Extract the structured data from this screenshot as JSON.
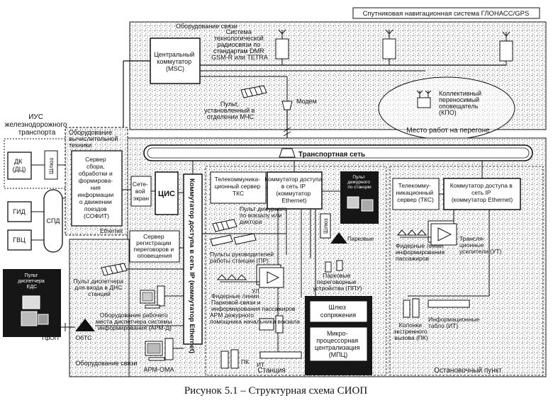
{
  "colors": {
    "ink": "#111111",
    "noise": "#8a8a8a",
    "paper": "#ffffff",
    "dark": "#161616"
  },
  "caption": "Рисунок 5.1 – Структурная схема СИОП",
  "satellite": "Спутниковая навигационная система ГЛОНАСС/GPS",
  "comm_equipment": "Оборудование связи",
  "comm_equipment2": "Оборудование связи",
  "radio_system": [
    "Система",
    "технологической",
    "радиосвязи по",
    "стандартам DMR",
    "GSM-R или TETRA"
  ],
  "msc": [
    "Центральный",
    "коммутатор",
    "(MSC)"
  ],
  "console_msc": [
    "Пульт,",
    "установленный в",
    "отделении МЧС"
  ],
  "modem": "Модем",
  "kpo": [
    "Коллективный",
    "переносимый",
    "оповещатель",
    "(КПО)"
  ],
  "workplace": "Место работ на перегоне",
  "transport_net": "Транспортная сеть",
  "ius": [
    "ИУС",
    "железнодорожного",
    "транспорта"
  ],
  "dk": [
    "ДК",
    "(ДЦ)"
  ],
  "gateway_left": "Шлюз",
  "gid": "ГИД",
  "gvc": "ГВЦ",
  "spd": "СПД",
  "computing_eq": [
    "Оборудование",
    "вычислительной",
    "техники"
  ],
  "sofit": [
    "Сервер",
    "сбора,",
    "обработки и",
    "формирова-",
    "ния",
    "информации",
    "о движении",
    "поездов",
    "(СОФИТ)"
  ],
  "ethernet": "Ethernet",
  "firewall": [
    "Сете-",
    "вой",
    "экран"
  ],
  "cis": "ЦИС",
  "switch_vertical": "Коммутатор доступа в сеть IP (коммутатор Ethernet)",
  "tks_station": [
    "Телекоммуника-",
    "ционный сервер",
    "ТКС"
  ],
  "switch_station": [
    "Коммутатор доступа",
    "в сеть IP",
    "(коммутатор",
    "Ethernet)"
  ],
  "dark_station": [
    "Пульт",
    "дежурного",
    "по станции"
  ],
  "console_duty": [
    "Пульт дежурного",
    "по вокзалу или",
    "диктора"
  ],
  "consoles_heads": [
    "Пульты руководителей",
    "работы станции (ПР)"
  ],
  "gateway_station": "Шлюз",
  "park_station": "Парковые",
  "park_devices": [
    "Парковые",
    "переговорные",
    "устройства (ППУ)"
  ],
  "feeder_lines": [
    "Фидерные линии",
    "Парковой связи и",
    "информирования пассажиров"
  ],
  "ul": "УЛ",
  "arm_duty": [
    "АРМ дежурного",
    "помощника начальника вокзала"
  ],
  "pk": "ПК",
  "it_station": "ИТ",
  "gateway_pair": [
    "Шлюз",
    "сопряжения"
  ],
  "mpc": [
    "Микро-",
    "процессорная",
    "централизация",
    "(МПЦ)"
  ],
  "station": "Станция",
  "reg_server": [
    "Сервер",
    "регистрации",
    "переговоров и",
    "оповещения"
  ],
  "dispatcher": [
    "Пульт диспетчера",
    "для входа в ДНС",
    "станций"
  ],
  "arm_d": [
    "Оборудование рабочего",
    "места диспетчера системы",
    "информирования (АРМ-Д)"
  ],
  "otc": "ОбТС",
  "tfop": "ТфОП",
  "arm_oma": "АРМ-ОМА",
  "dark_left": [
    "Пульт",
    "диспетчера",
    "ЕДС"
  ],
  "tks_stop": [
    "Телекомму-",
    "никационный",
    "сервер (ТКС)"
  ],
  "switch_stop": [
    "Коммутатор доступа в",
    "сеть IP",
    "(коммутатор Ethernet)"
  ],
  "feeder_stop": [
    "Фидерные линии",
    "информирования",
    "пассажиров"
  ],
  "amplifiers": [
    "Трансля-",
    "ционные",
    "усилители (УТ)"
  ],
  "emergency_cols": [
    "Колонки",
    "экстренного",
    "вызова (ПК)"
  ],
  "info_boards": [
    "Информационные",
    "табло (ИТ)"
  ],
  "stop_point": "Остановочный пункт"
}
